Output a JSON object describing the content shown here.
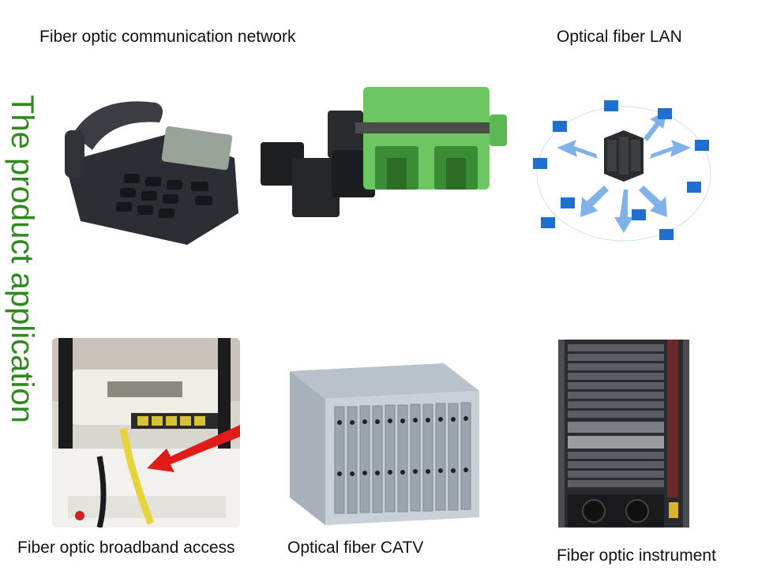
{
  "side_title": "The product application",
  "captions": {
    "communication_network": "Fiber optic communication network",
    "lan": "Optical fiber LAN",
    "broadband": "Fiber optic broadband access",
    "catv": "Optical fiber CATV",
    "instrument": "Fiber optic instrument"
  },
  "colors": {
    "title_green": "#2f8a1e",
    "adapter_green": "#6cc763",
    "cable_yellow": "#e6d53a",
    "arrow_red": "#e11a1a",
    "lan_arrow_blue": "#7fb2e8"
  }
}
